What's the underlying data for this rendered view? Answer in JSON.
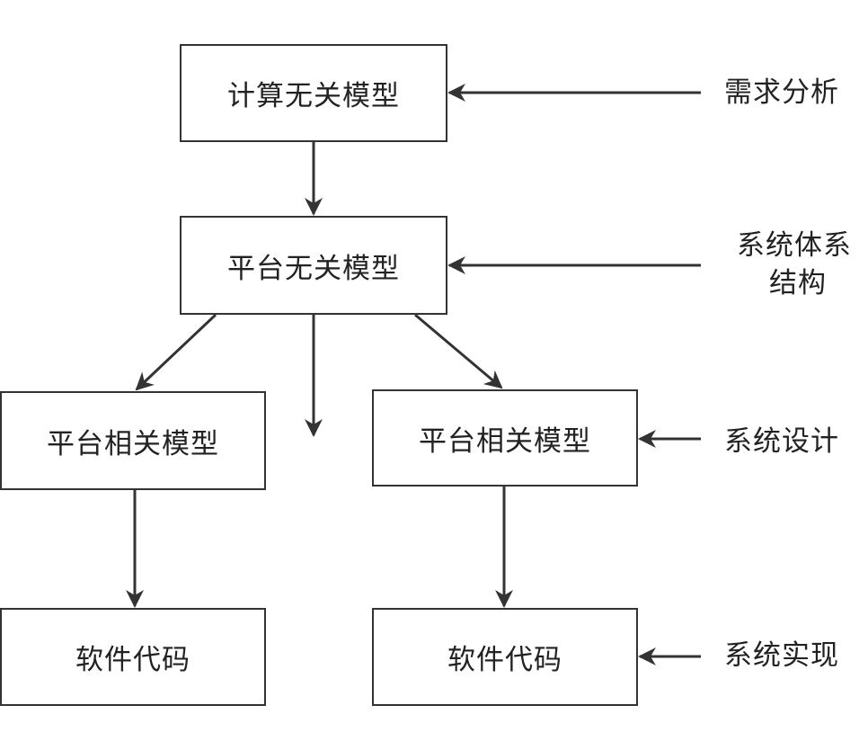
{
  "boxes": {
    "cim": "计算无关模型",
    "pim": "平台无关模型",
    "psm_left": "平台相关模型",
    "psm_right": "平台相关模型",
    "code_left": "软件代码",
    "code_right": "软件代码"
  },
  "side_labels": {
    "requirements": "需求分析",
    "architecture_line1": "系统体系",
    "architecture_line2": "结构",
    "design": "系统设计",
    "implementation": "系统实现"
  },
  "colors": {
    "stroke": "#333333",
    "text": "#222222",
    "background": "#ffffff"
  }
}
